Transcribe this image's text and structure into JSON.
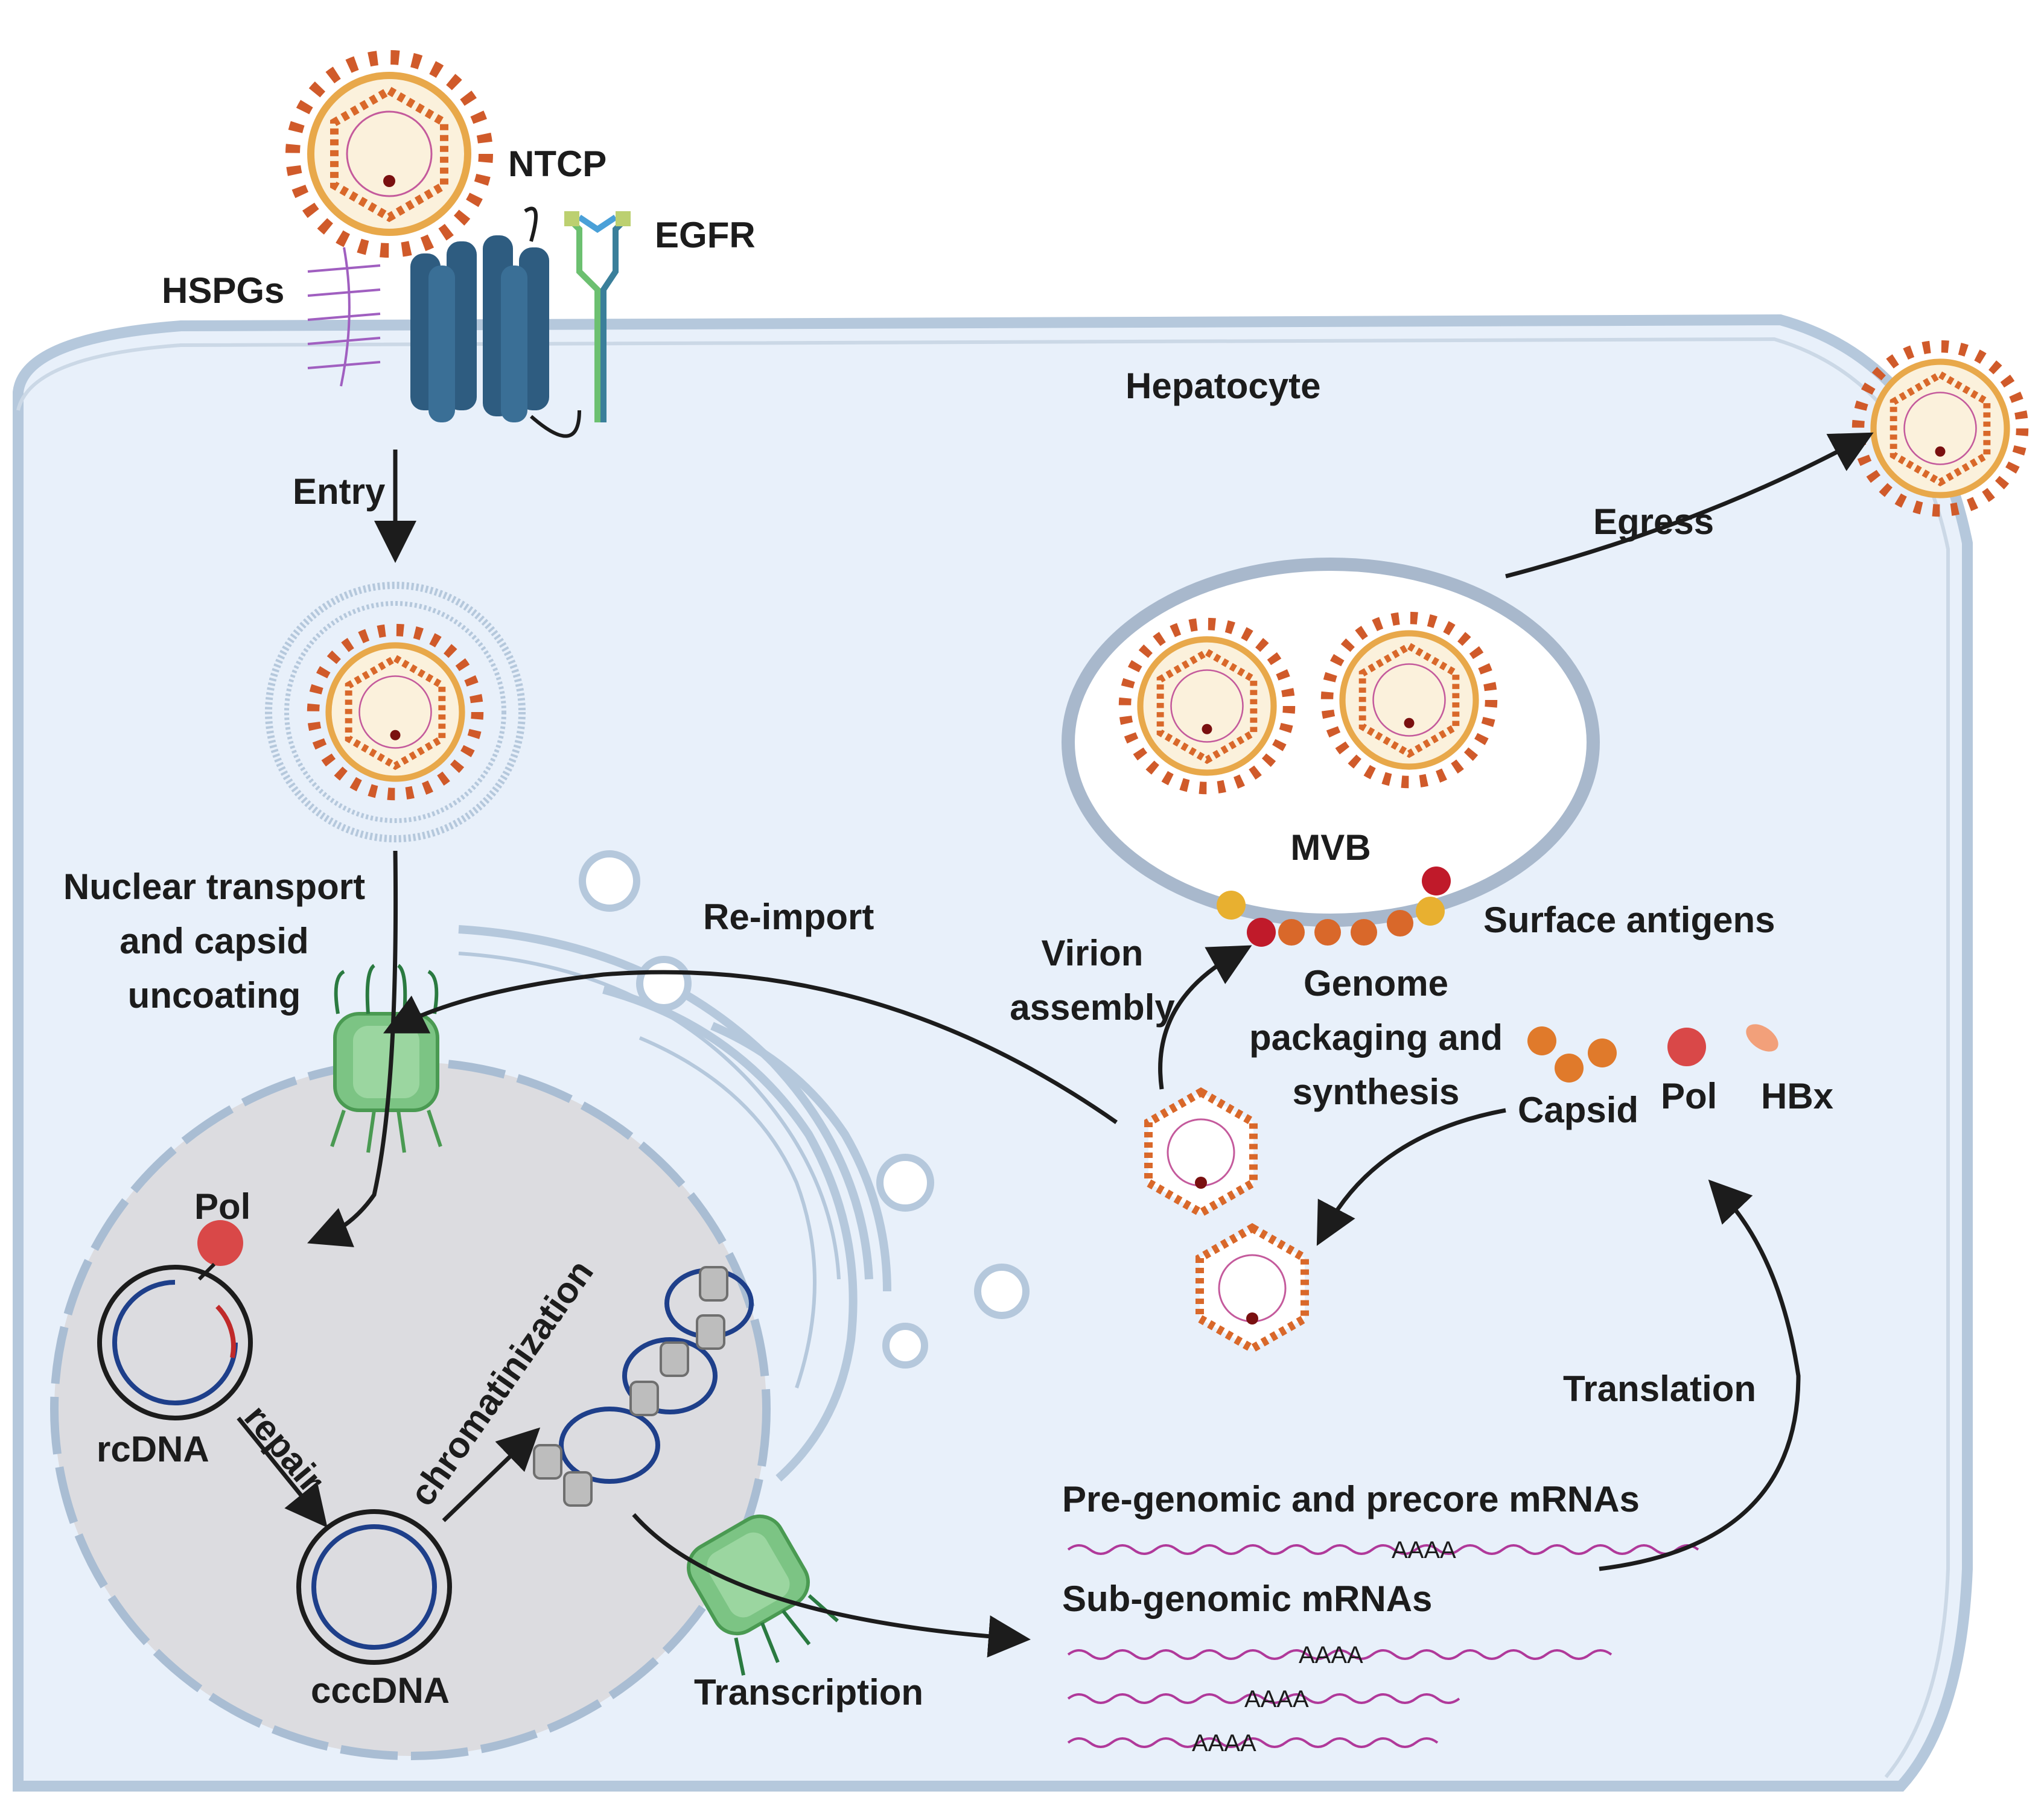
{
  "labels": {
    "ntcp": "NTCP",
    "egfr": "EGFR",
    "hspgs": "HSPGs",
    "hepatocyte": "Hepatocyte",
    "entry": "Entry",
    "nuclear_transport": [
      "Nuclear transport",
      "and capsid",
      "uncoating"
    ],
    "reimport": "Re-import",
    "egress": "Egress",
    "mvb": "MVB",
    "surface_antigens": "Surface antigens",
    "virion_assembly": [
      "Virion",
      "assembly"
    ],
    "genome_packaging": [
      "Genome",
      "packaging and",
      "synthesis"
    ],
    "capsid": "Capsid",
    "pol_cyto": "Pol",
    "hbx": "HBx",
    "pol_nucleus": "Pol",
    "rcdna": "rcDNA",
    "repair": "repair",
    "cccdna": "cccDNA",
    "chromatinization": "chromatinization",
    "transcription": "Transcription",
    "translation": "Translation",
    "pregenomic_mrnas": "Pre-genomic and precore mRNAs",
    "subgenomic_mrnas": "Sub-genomic mRNAs",
    "poly_a": "AAAA"
  },
  "colors": {
    "cytoplasm": "#e8f0fa",
    "membrane": "#b5c8dc",
    "nucleus": "#dcdce0",
    "nuclear_envelope": "#a9bdd3",
    "envelope_outer": "#d9682a",
    "capsid": "#e07a2b",
    "dna": "#1e3f8a",
    "rna": "#b0399a",
    "pol": "#d94848",
    "hbx": "#f2a07a",
    "ntcp": "#2e5c80",
    "pore": "#69b86e",
    "arrow": "#1c1c1c"
  },
  "icons": [
    "virion-icon",
    "ntcp-transporter-icon",
    "egfr-receptor-icon",
    "hspg-icon",
    "nuclear-pore-icon",
    "nucleocapsid-icon",
    "rcdna-icon",
    "cccdna-icon",
    "minichromosome-icon",
    "mrna-icon",
    "surface-antigen-icon"
  ]
}
